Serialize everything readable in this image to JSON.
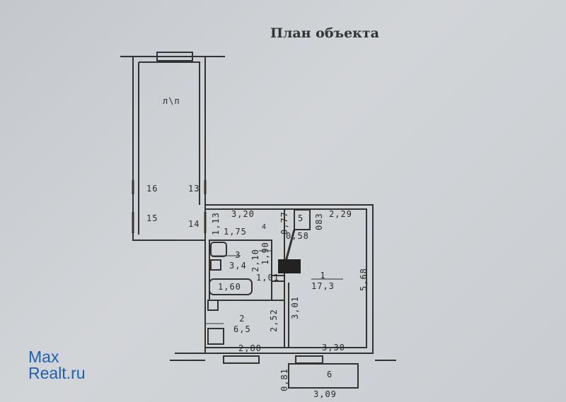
{
  "title": "План объекта",
  "watermark": {
    "line1": "Max",
    "line2": "Realt.ru"
  },
  "rooms": [
    {
      "number": "1",
      "area": "17,3"
    },
    {
      "number": "2",
      "area": "6,5"
    },
    {
      "number": "3",
      "area": "3,4"
    },
    {
      "number": "4"
    },
    {
      "number": "5"
    },
    {
      "number": "6"
    }
  ],
  "stairwell": "л\\п",
  "neighbors": [
    "16",
    "13",
    "15",
    "14"
  ],
  "dims": {
    "d320": "3,20",
    "d077": "0,77",
    "d083": "083",
    "d229": "2,29",
    "d113": "1,13",
    "d175": "1,75",
    "d058": "0,58",
    "d210": "2,10",
    "d190": "1,90",
    "d101": "1,01",
    "d160": "1,60",
    "d568": "5,68",
    "d301": "3,01",
    "d252": "2,52",
    "d280": "2,80",
    "d330": "3,30",
    "d081": "0,81",
    "d309": "3,09"
  }
}
